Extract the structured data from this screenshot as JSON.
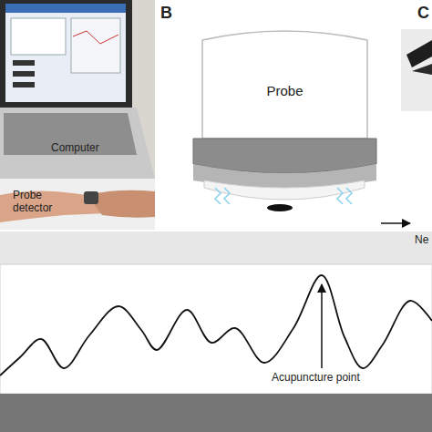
{
  "diagram": {
    "nodes": [
      {
        "text": [
          "Probe"
        ]
      }
    ],
    "labels": [
      "Computer",
      "Probe detector",
      "B",
      "C",
      "Ne",
      "Acupuncture point"
    ]
  }
}
